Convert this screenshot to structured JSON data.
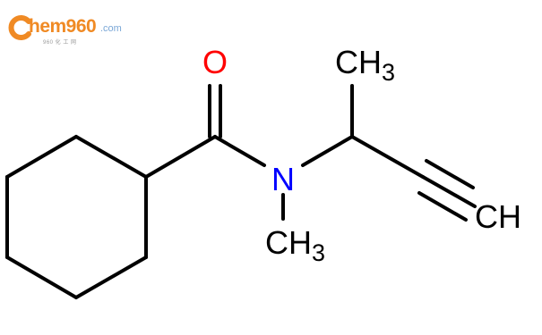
{
  "watermark": {
    "brand": "hem960",
    "tld": ".com",
    "subtitle": "960 化 工 网",
    "brand_color": "#f08a24",
    "tld_color": "#7aa7d6"
  },
  "molecule": {
    "bond_color": "#000000",
    "oxygen_color": "#ff0000",
    "nitrogen_color": "#0000ff",
    "atoms": {
      "oxygen": "O",
      "nitrogen": "N",
      "methyl_top": "CH",
      "methyl_top_sub": "3",
      "methyl_bottom": "CH",
      "methyl_bottom_sub": "3",
      "alkyne_terminal": "CH"
    }
  }
}
